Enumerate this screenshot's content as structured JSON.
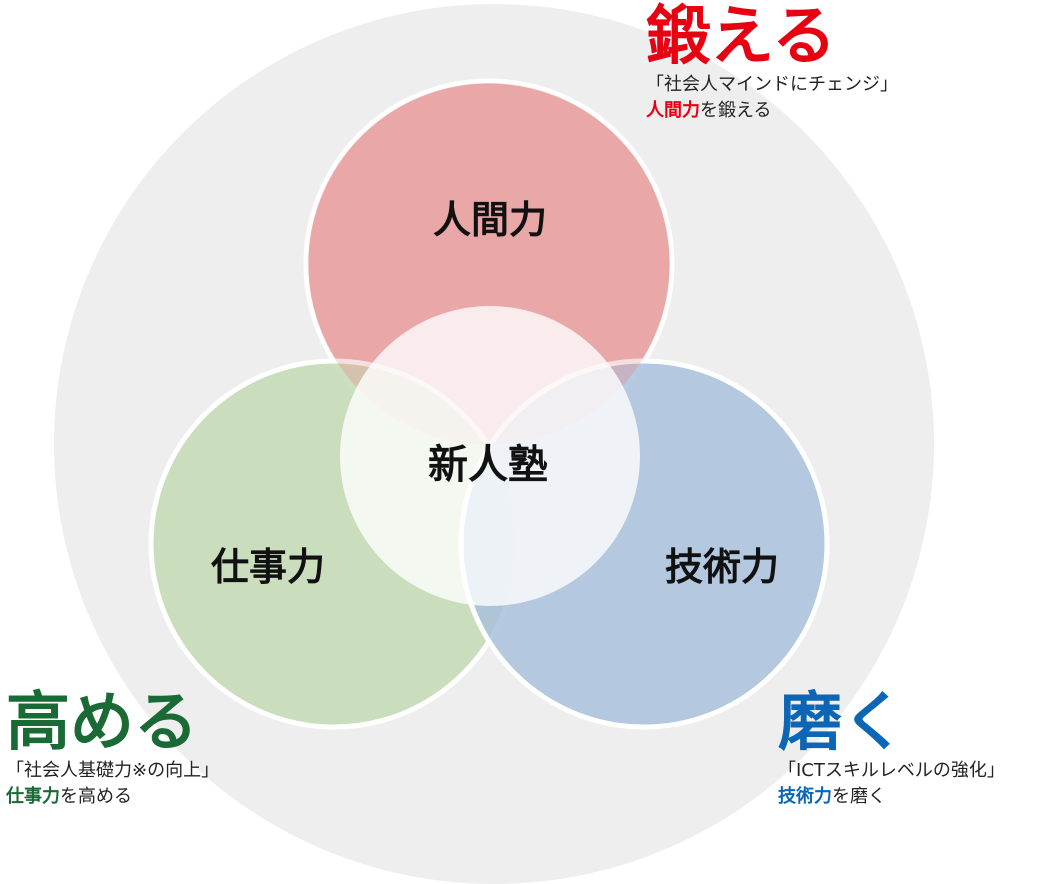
{
  "diagram": {
    "center": {
      "label": "新人塾"
    },
    "circles": {
      "top": {
        "label": "人間力",
        "color": "#e9a3a4"
      },
      "left": {
        "label": "仕事力",
        "color": "#c3dbb5"
      },
      "right": {
        "label": "技術力",
        "color": "#a9c1dc"
      }
    },
    "background_color": "#eeeeee",
    "center_color": "#ffffff"
  },
  "callouts": {
    "top": {
      "heading": "鍛える",
      "line1": "「社会人マインドにチェンジ」",
      "line2_strong": "人間力",
      "line2_rest": "を鍛える",
      "color": "#e60012"
    },
    "left": {
      "heading": "高める",
      "line1": "「社会人基礎力※の向上」",
      "line2_strong": "仕事力",
      "line2_rest": "を高める",
      "color": "#1a6a35"
    },
    "right": {
      "heading": "磨く",
      "line1": "「ICTスキルレベルの強化」",
      "line2_strong": "技術力",
      "line2_rest": "を磨く",
      "color": "#0b67b5"
    }
  }
}
